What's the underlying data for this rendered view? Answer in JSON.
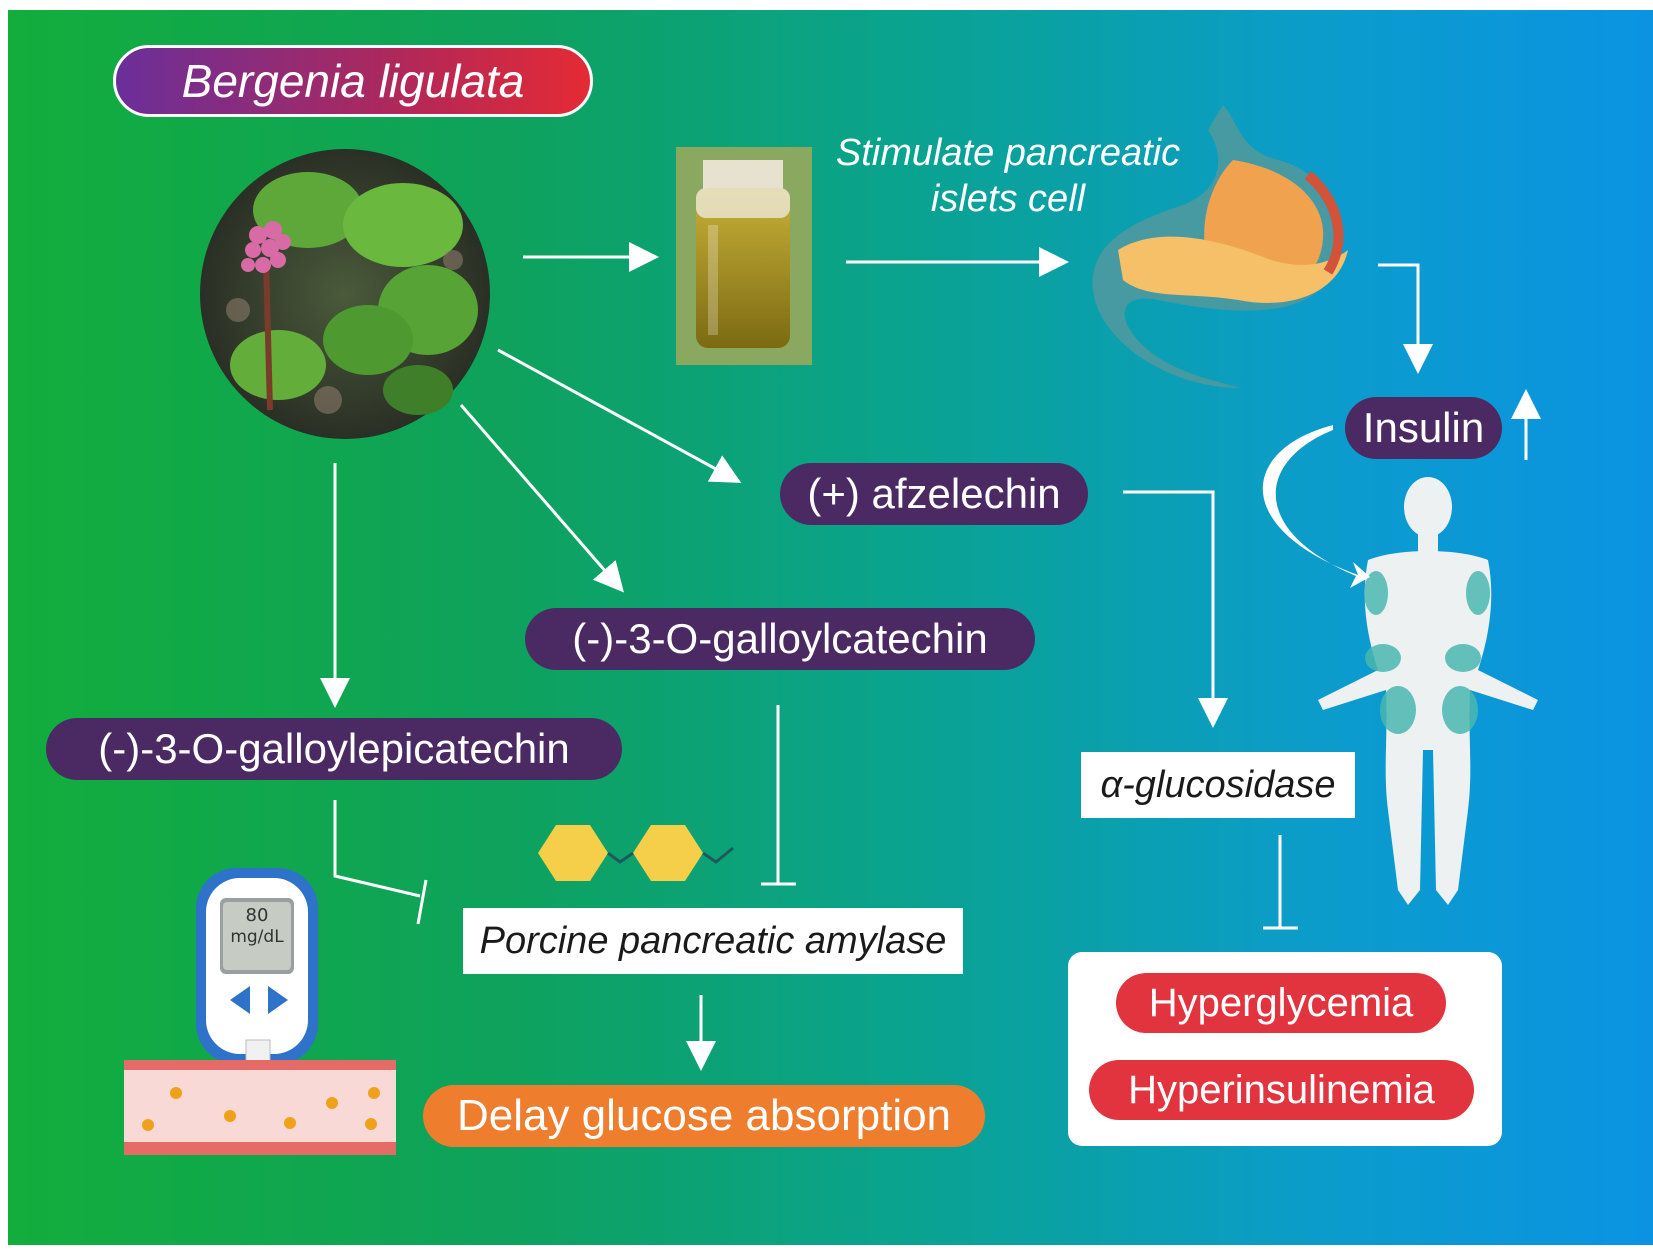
{
  "title": "Bergenia ligulata",
  "stimulate_text": {
    "line1": "Stimulate pancreatic",
    "line2": "islets cell"
  },
  "compounds": {
    "afzelechin": "(+) afzelechin",
    "galloylcatechin": "(-)-3-O-galloylcatechin",
    "galloylepicatechin": "(-)-3-O-galloylepicatechin"
  },
  "insulin": "Insulin",
  "enzymes": {
    "alpha_glucosidase": "α-glucosidase",
    "amylase": "Porcine pancreatic amylase"
  },
  "outcomes": {
    "delay": "Delay glucose absorption",
    "hyperglycemia": "Hyperglycemia",
    "hyperinsulinemia": "Hyperinsulinemia"
  },
  "glucometer": {
    "value": "80",
    "unit": "mg/dL"
  },
  "colors": {
    "gradient_start": "#12ad3c",
    "gradient_end": "#0b93e2",
    "compound_pill": "#4b2a63",
    "outcome_red": "#e2343e",
    "outcome_orange": "#ee7d2e",
    "hexagon": "#f6cf4a"
  },
  "icons": [
    "plant-photo",
    "oil-bottle-icon",
    "pancreas-stomach-icon",
    "human-body-icon",
    "glucometer-icon",
    "blood-vessel-icon",
    "glucose-hexagon-icon"
  ]
}
